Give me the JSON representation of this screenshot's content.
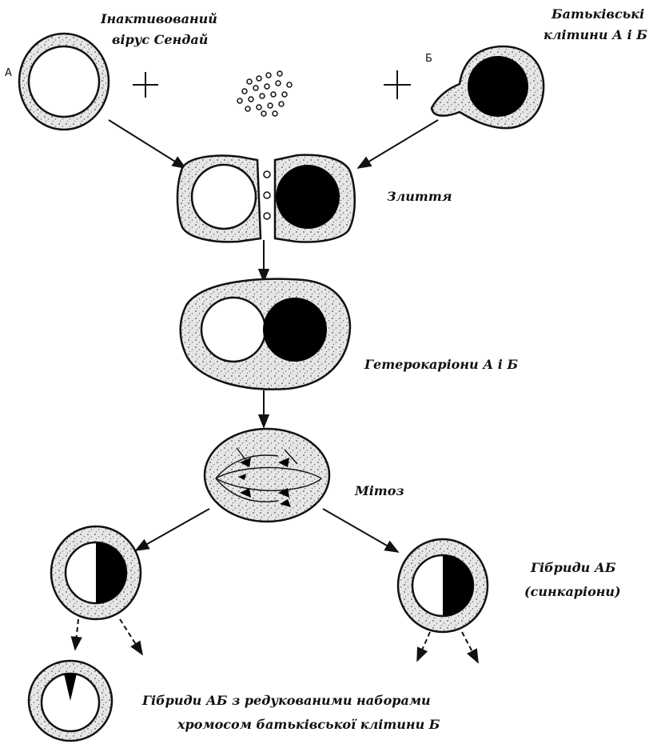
{
  "labels": {
    "virus_line1": "Інактивований",
    "virus_line2": "вірус Сендай",
    "parents_line1": "Батьківські",
    "parents_line2": "клітини А і Б",
    "cell_a": "А",
    "cell_b": "Б",
    "fusion": "Злиття",
    "heterokaryon": "Гетерокаріони А і Б",
    "mitosis": "Мітоз",
    "hybrids_line1": "Гібриди АБ",
    "hybrids_line2": "(синкаріони)",
    "reduced_line1": "Гібриди АБ з редукованими наборами",
    "reduced_line2": "хромосом батьківської клітини Б"
  },
  "colors": {
    "ink": "#111111",
    "cytoplasm": "#e4e4e4",
    "nucleus_light": "#ffffff",
    "nucleus_dark": "#000000"
  }
}
